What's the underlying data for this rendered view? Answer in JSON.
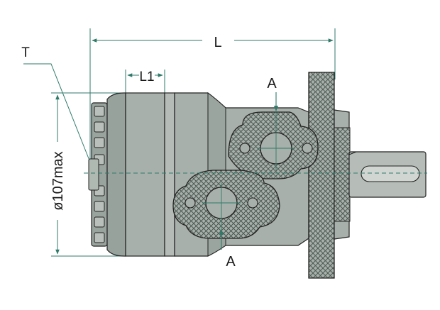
{
  "diagram": {
    "labels": {
      "length_total": "L",
      "length_partial": "L1",
      "thread_marker": "T",
      "diameter": "ø107max",
      "port_marker_top": "A",
      "port_marker_bottom": "A"
    },
    "colors": {
      "body": "#a7b0aa",
      "body_dark": "#7c8880",
      "body_light": "#c4cbc6",
      "outline": "#222222",
      "dimension_line": "#2f7a68",
      "hatch": "#5a6560"
    }
  }
}
